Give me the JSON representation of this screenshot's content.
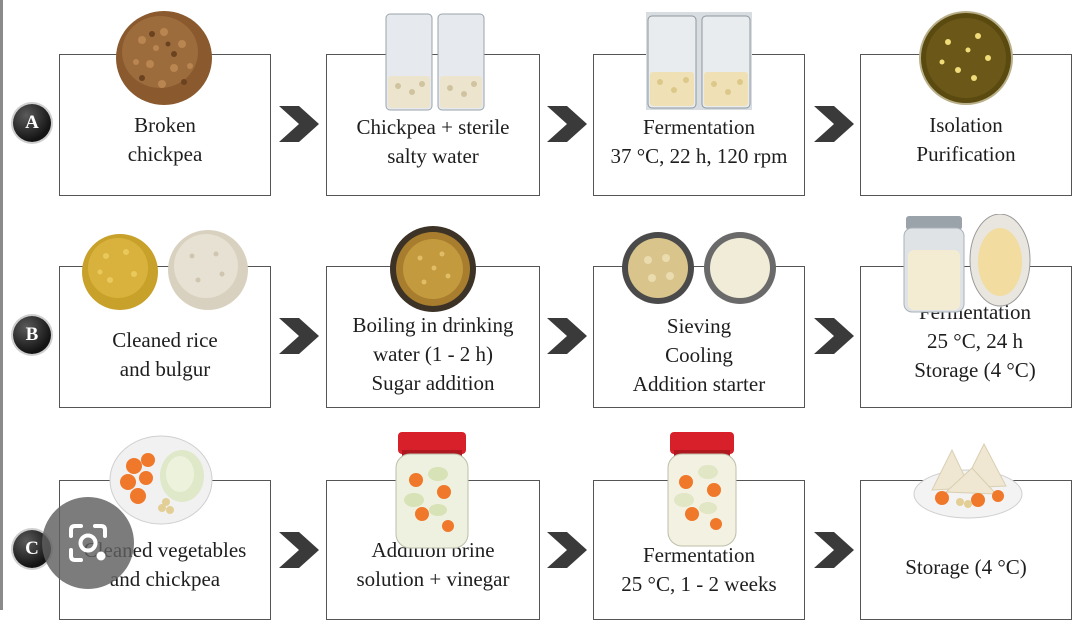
{
  "rows": [
    {
      "label": "A",
      "steps": [
        {
          "lines": [
            "Broken",
            "chickpea"
          ]
        },
        {
          "lines": [
            "Chickpea + sterile",
            "salty water"
          ]
        },
        {
          "lines": [
            "Fermentation",
            "37 °C, 22 h, 120 rpm"
          ]
        },
        {
          "lines": [
            "Isolation",
            "Purification"
          ]
        }
      ]
    },
    {
      "label": "B",
      "steps": [
        {
          "lines": [
            "Cleaned rice",
            "and bulgur"
          ]
        },
        {
          "lines": [
            "Boiling in drinking",
            "water (1 - 2 h)",
            "Sugar addition"
          ]
        },
        {
          "lines": [
            "Sieving",
            "Cooling",
            "Addition starter"
          ]
        },
        {
          "lines": [
            "Fermentation",
            "25 °C, 24 h",
            "Storage (4 °C)"
          ]
        }
      ]
    },
    {
      "label": "C",
      "steps": [
        {
          "lines": [
            "Cleaned vegetables",
            "and chickpea"
          ]
        },
        {
          "lines": [
            "Addition brine",
            "solution + vinegar"
          ]
        },
        {
          "lines": [
            "Fermentation",
            "25 °C, 1 - 2 weeks"
          ]
        },
        {
          "lines": [
            "Storage (4 °C)"
          ]
        }
      ]
    }
  ],
  "colors": {
    "box_border": "#555555",
    "arrow": "#3a3a3a",
    "badge": "#1a1a1a",
    "jar_lid": "#d8202a",
    "carrot": "#f0782a",
    "overlay_button": "#5f5f5f"
  },
  "icons": {
    "arrow": "chevron-right-icon",
    "overlay": "camera-lens-icon"
  }
}
